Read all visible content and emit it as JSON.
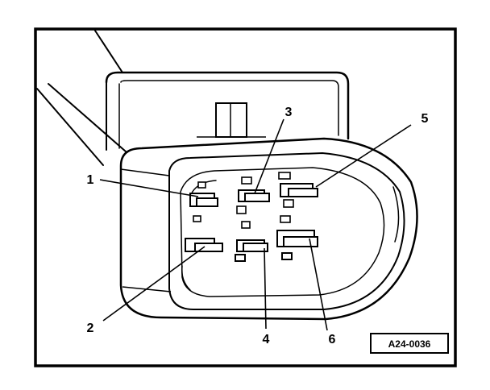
{
  "callouts": {
    "pin_1": "1",
    "pin_2": "2",
    "pin_3": "3",
    "pin_4": "4",
    "pin_5": "5",
    "pin_6": "6"
  },
  "drawing_id": "A24-0036",
  "colors": {
    "ink": "#000000",
    "paper": "#ffffff"
  }
}
